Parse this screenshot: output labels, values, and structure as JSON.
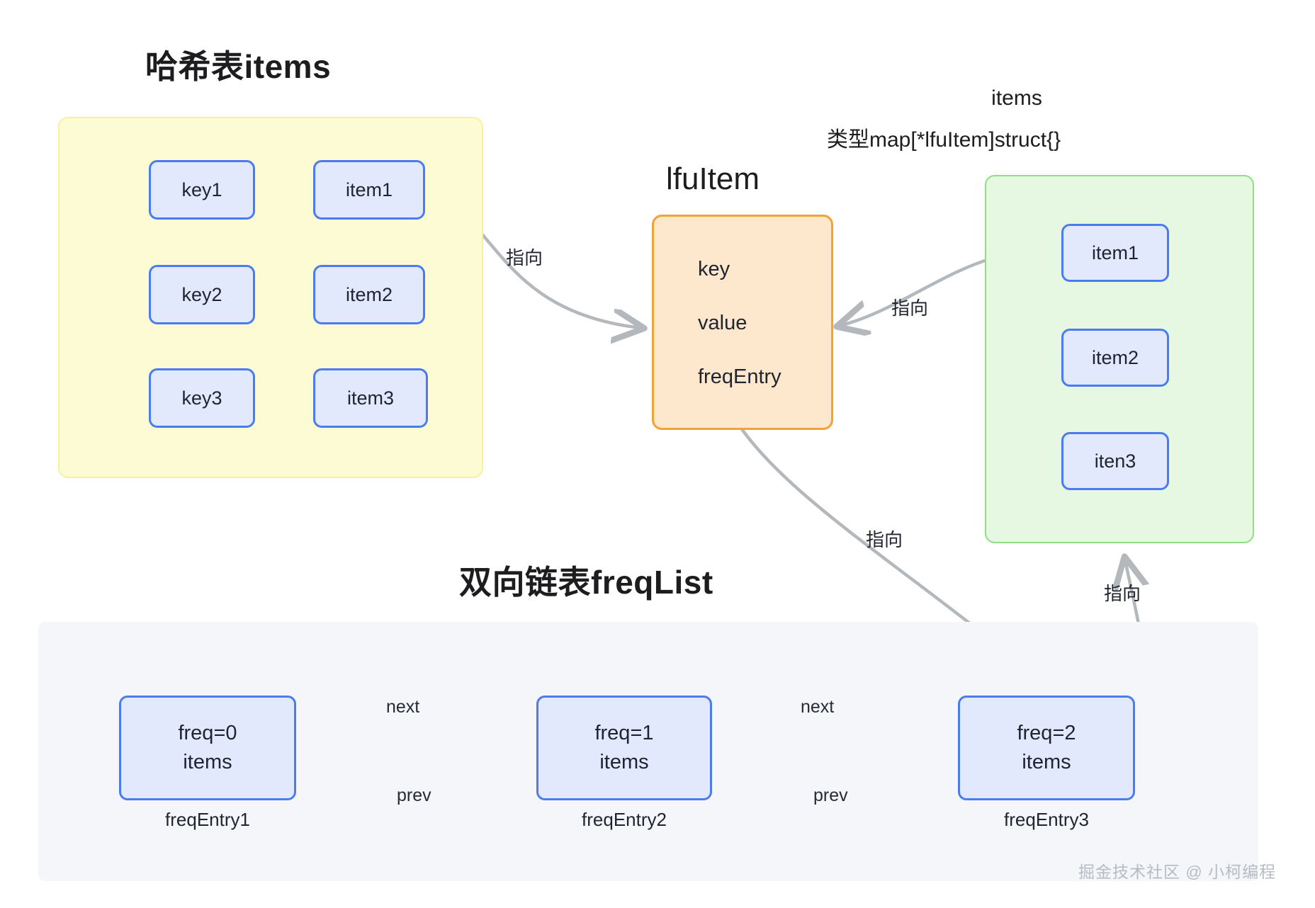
{
  "hash_section": {
    "title": "哈希表items",
    "rows": [
      {
        "key": "key1",
        "item": "item1"
      },
      {
        "key": "key2",
        "item": "item2"
      },
      {
        "key": "key3",
        "item": "item3"
      }
    ]
  },
  "lfu_item": {
    "title": "lfuItem",
    "fields": [
      "key",
      "value",
      "freqEntry"
    ]
  },
  "items_map": {
    "title": "items",
    "type_line": "类型map[*lfuItem]struct{}",
    "entries": [
      "item1",
      "item2",
      "iten3"
    ]
  },
  "freq_section": {
    "title": "双向链表freqList",
    "nodes": [
      {
        "freq": "freq=0",
        "items": "items",
        "caption": "freqEntry1"
      },
      {
        "freq": "freq=1",
        "items": "items",
        "caption": "freqEntry2"
      },
      {
        "freq": "freq=2",
        "items": "items",
        "caption": "freqEntry3"
      }
    ],
    "links": [
      {
        "next": "next",
        "prev": "prev"
      },
      {
        "next": "next",
        "prev": "prev"
      }
    ]
  },
  "pointer_labels": {
    "hash_to_lfuitem": "指向",
    "map_to_lfuitem": "指向",
    "freqentry_to_node": "指向",
    "node_to_map": "指向"
  },
  "watermark": "掘金技术社区 @ 小柯编程",
  "colors": {
    "node_fill": "#e3e9fc",
    "node_border": "#4a7cf0",
    "yellow_fill": "#fdfbd4",
    "yellow_border": "#f7f0a0",
    "green_fill": "#e6f7e2",
    "green_border": "#8ede84",
    "orange_fill": "#fde8cd",
    "orange_border": "#f3a13a",
    "panel_grey": "#f4f6fa",
    "arrow": "#b3b8bd"
  }
}
